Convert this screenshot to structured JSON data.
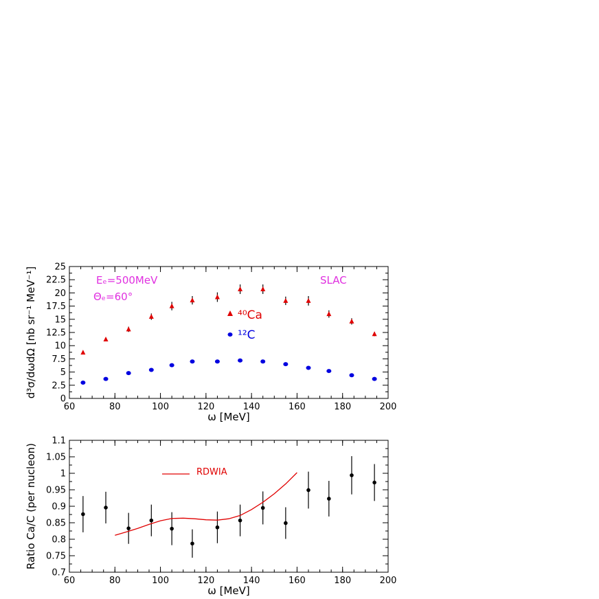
{
  "chart_data": [
    {
      "type": "scatter",
      "xlabel": "ω [MeV]",
      "ylabel": "d³σ/dωdΩ [nb sr⁻¹ MeV⁻¹]",
      "xlim": [
        60,
        200
      ],
      "ylim": [
        0,
        25
      ],
      "x_ticks": [
        "60",
        "80",
        "100",
        "120",
        "140",
        "160",
        "180",
        "200"
      ],
      "y_ticks": [
        "0",
        "2.5",
        "5",
        "7.5",
        "10",
        "12.5",
        "15",
        "17.5",
        "20",
        "22.5",
        "25"
      ],
      "annotations": [
        "Eₑ=500MeV",
        "Θₑ=60°",
        "SLAC"
      ],
      "annotation_color": "#e030e0",
      "series": [
        {
          "name": "⁴⁰Ca",
          "marker": "triangle",
          "color": "#e00000",
          "x": [
            66,
            76,
            86,
            96,
            105,
            114,
            125,
            135,
            145,
            155,
            165,
            174,
            184,
            194
          ],
          "y": [
            8.7,
            11.2,
            13.1,
            15.5,
            17.5,
            18.6,
            19.2,
            20.7,
            20.7,
            18.5,
            18.5,
            16.0,
            14.6,
            12.2
          ],
          "err": [
            0,
            0.3,
            0.5,
            0.6,
            0.8,
            0.8,
            0.9,
            0.9,
            0.9,
            0.8,
            0.9,
            0.7,
            0.6,
            0.4
          ]
        },
        {
          "name": "¹²C",
          "marker": "circle",
          "color": "#0000e0",
          "x": [
            66,
            76,
            86,
            96,
            105,
            114,
            125,
            135,
            145,
            155,
            165,
            174,
            184,
            194
          ],
          "y": [
            3.0,
            3.7,
            4.8,
            5.4,
            6.3,
            7.0,
            7.0,
            7.2,
            7.0,
            6.5,
            5.8,
            5.2,
            4.4,
            3.7
          ],
          "err": [
            0,
            0,
            0,
            0,
            0,
            0,
            0,
            0,
            0,
            0,
            0,
            0,
            0,
            0
          ]
        }
      ]
    },
    {
      "type": "scatter",
      "xlabel": "ω [MeV]",
      "ylabel": "Ratio Ca/C (per nucleon)",
      "xlim": [
        60,
        200
      ],
      "ylim": [
        0.7,
        1.1
      ],
      "x_ticks": [
        "60",
        "80",
        "100",
        "120",
        "140",
        "160",
        "180",
        "200"
      ],
      "y_ticks": [
        "0.7",
        "0.75",
        "0.8",
        "0.85",
        "0.9",
        "0.95",
        "1",
        "1.05",
        "1.1"
      ],
      "series": [
        {
          "name": "",
          "marker": "circle",
          "color": "#000000",
          "x": [
            66,
            76,
            86,
            96,
            105,
            114,
            125,
            135,
            145,
            155,
            165,
            174,
            184,
            194
          ],
          "y": [
            0.876,
            0.896,
            0.833,
            0.857,
            0.832,
            0.787,
            0.836,
            0.857,
            0.895,
            0.849,
            0.949,
            0.923,
            0.994,
            0.972
          ],
          "err": [
            0.055,
            0.048,
            0.047,
            0.048,
            0.05,
            0.043,
            0.048,
            0.048,
            0.05,
            0.048,
            0.056,
            0.054,
            0.058,
            0.056
          ]
        },
        {
          "name": "RDWIA",
          "type": "line",
          "color": "#e00000",
          "x": [
            80,
            85,
            90,
            95,
            100,
            105,
            110,
            115,
            120,
            125,
            130,
            135,
            140,
            145,
            150,
            155,
            160
          ],
          "y": [
            0.812,
            0.822,
            0.833,
            0.845,
            0.856,
            0.863,
            0.864,
            0.862,
            0.859,
            0.858,
            0.862,
            0.872,
            0.89,
            0.912,
            0.938,
            0.968,
            1.002
          ]
        }
      ]
    }
  ]
}
